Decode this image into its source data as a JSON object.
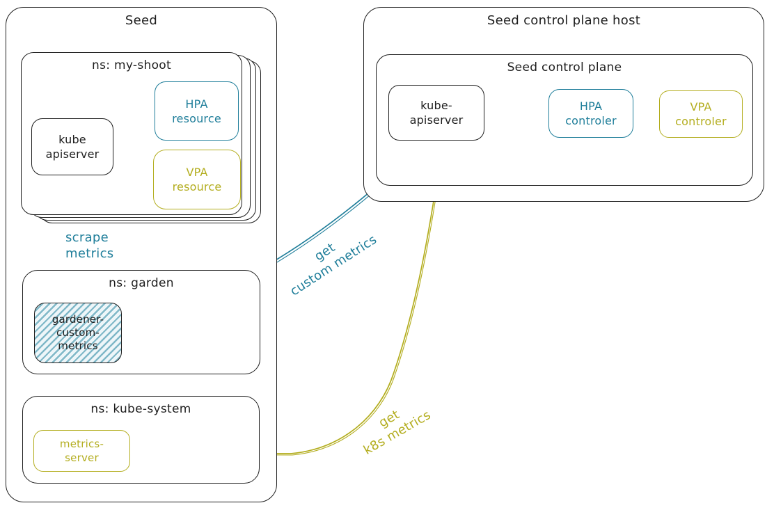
{
  "colors": {
    "ink": "#1e1e1e",
    "teal": "#1f7e9a",
    "olive": "#b3ad1e",
    "hatch_fill": "#eef6f9"
  },
  "seed": {
    "title": "Seed",
    "my_shoot": {
      "title": "ns: my-shoot",
      "kube_apiserver": {
        "line1": "kube",
        "line2": "apiserver"
      },
      "hpa_resource": {
        "line1": "HPA",
        "line2": "resource"
      },
      "vpa_resource": {
        "line1": "VPA",
        "line2": "resource"
      }
    },
    "garden": {
      "title": "ns: garden",
      "gardener_custom_metrics": {
        "line1": "gardener-",
        "line2": "custom-",
        "line3": "metrics"
      }
    },
    "kube_system": {
      "title": "ns: kube-system",
      "metrics_server": {
        "line1": "metrics-",
        "line2": "server"
      }
    }
  },
  "control_plane_host": {
    "title": "Seed control plane host",
    "control_plane": {
      "title": "Seed control plane",
      "kube_apiserver": {
        "line1": "kube-",
        "line2": "apiserver"
      },
      "hpa_controler": {
        "line1": "HPA",
        "line2": "controler"
      },
      "vpa_controler": {
        "line1": "VPA",
        "line2": "controler"
      }
    }
  },
  "arrow_labels": {
    "scrape_metrics": {
      "line1": "scrape",
      "line2": "metrics"
    },
    "get_custom_metrics": {
      "line1": "get",
      "line2": "custom metrics"
    },
    "get_k8s_metrics": {
      "line1": "get",
      "line2": "k8s metrics"
    }
  }
}
